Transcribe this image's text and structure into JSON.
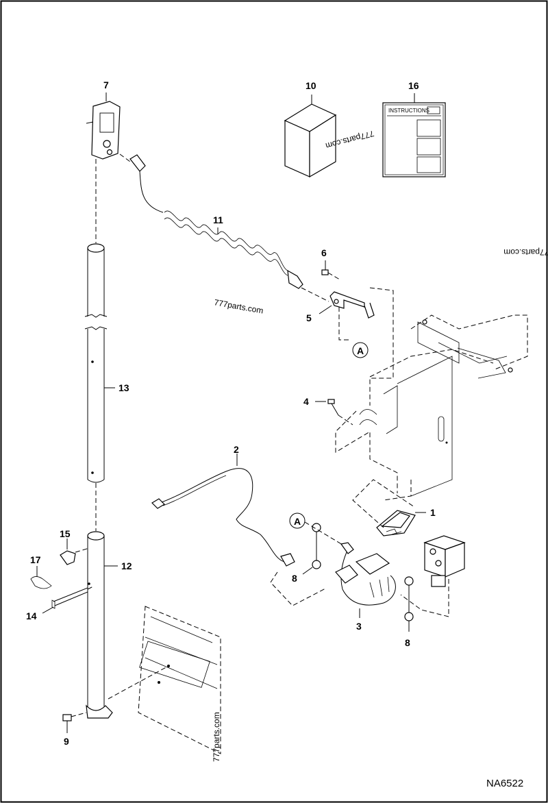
{
  "callouts": {
    "p1": "1",
    "p2": "2",
    "p3": "3",
    "p4": "4",
    "p5": "5",
    "p6": "6",
    "p7": "7",
    "p8a": "8",
    "p8b": "8",
    "p9": "9",
    "p10": "10",
    "p11": "11",
    "p12": "12",
    "p13": "13",
    "p14": "14",
    "p15": "15",
    "p16": "16",
    "p17": "17"
  },
  "reference_markers": {
    "a_top": "A",
    "a_bottom": "A"
  },
  "watermarks": [
    "777parts.com",
    "777parts.com",
    "777parts.com",
    "777parts.com"
  ],
  "instructions_label": "INSTRUCTIONS",
  "drawing_code": "NA6522"
}
